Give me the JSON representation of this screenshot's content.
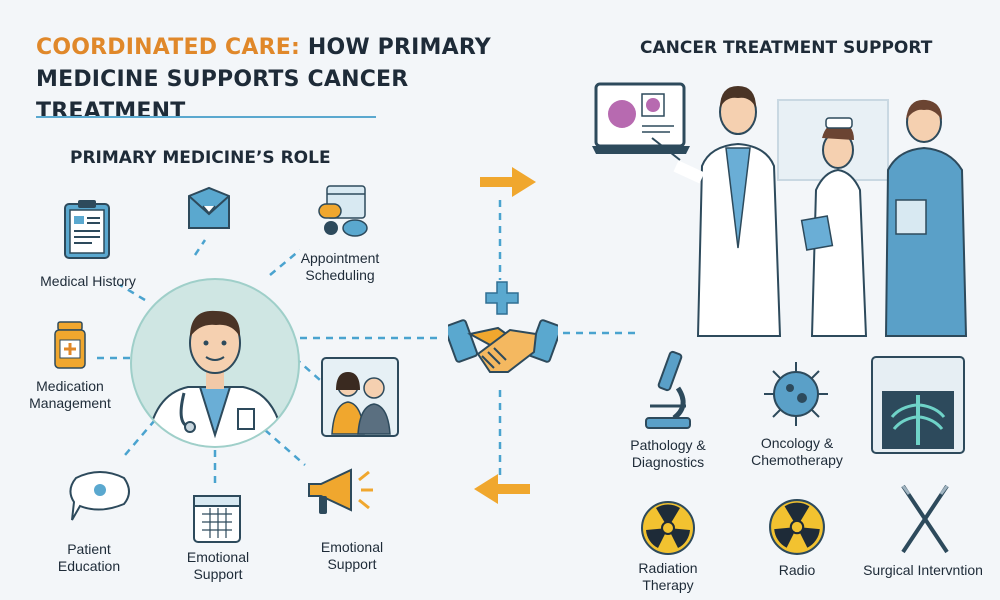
{
  "title": {
    "accent": "COORDINATED CARE:",
    "rest_line1": " HOW PRIMARY",
    "line2": "MEDICINE SUPPORTS CANCER TREATMENT"
  },
  "left": {
    "heading": "PRIMARY MEDICINE’S ROLE",
    "nodes": {
      "medical_history": "Medical History",
      "appointment": "Appointment Scheduling",
      "medication_line1": "Medication",
      "medication_line2": "Management",
      "patient_edu_line1": "Patient",
      "patient_edu_line2": "Education",
      "emotional1_line1": "Emotional",
      "emotional1_line2": "Support",
      "emotional2_line1": "Emotional",
      "emotional2_line2": "Support"
    }
  },
  "right": {
    "heading": "CANCER TREATMENT SUPPORT",
    "services": {
      "pathology_line1": "Pathology &",
      "pathology_line2": "Diagnostics",
      "oncology_line1": "Oncology &",
      "oncology_line2": "Chemotherapy",
      "radiation_line1": "Radiation",
      "radiation_line2": "Therapy",
      "radio": "Radio",
      "surgical": "Surgical Intervntion"
    }
  },
  "colors": {
    "accent_orange": "#e0882a",
    "line_blue": "#4aa3cf",
    "scrub_blue": "#5aa0c8",
    "teal_circle": "#cfe6e3",
    "radiation_yellow": "#f2c230"
  },
  "icons": {
    "center": "handshake-icon",
    "plus": "plus-icon",
    "arrow_right": "arrow-right-icon",
    "arrow_left": "arrow-left-icon"
  }
}
